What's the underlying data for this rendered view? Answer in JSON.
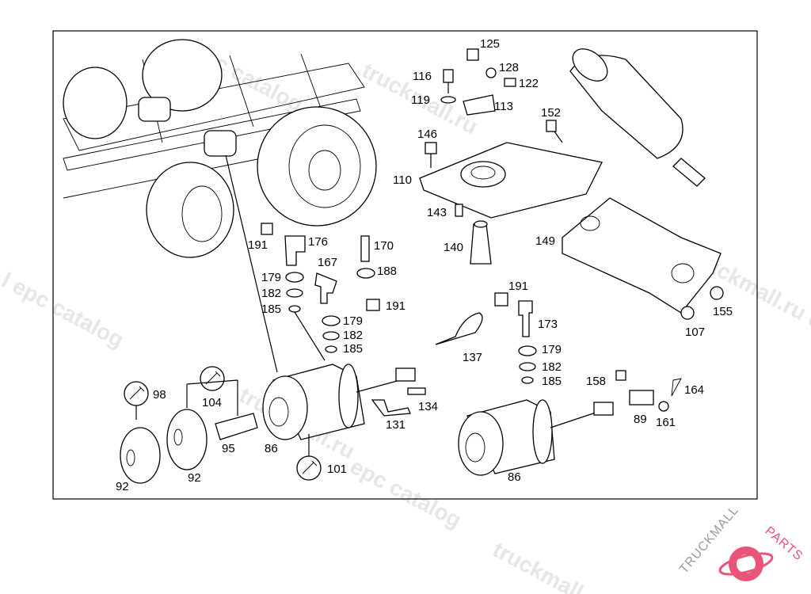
{
  "watermark": {
    "text_a": "epc catalog",
    "text_b": "truckmall.ru",
    "text_c": "l epc catalog",
    "text_d": "truckmall.ru epc catalog"
  },
  "logo": {
    "brand_main": "TRUCKMALL",
    "brand_accent": "PARTS",
    "accent_color": "#e8547a"
  },
  "labels": {
    "p125": "125",
    "p128": "128",
    "p116": "116",
    "p122": "122",
    "p119": "119",
    "p113": "113",
    "p152": "152",
    "p146": "146",
    "p110": "110",
    "p143": "143",
    "p140": "140",
    "p149": "149",
    "p191a": "191",
    "p176": "176",
    "p170": "170",
    "p167": "167",
    "p188": "188",
    "p179a": "179",
    "p182a": "182",
    "p185a": "185",
    "p191b": "191",
    "p179b": "179",
    "p182b": "182",
    "p185b": "185",
    "p155": "155",
    "p107": "107",
    "p191c": "191",
    "p173": "173",
    "p137": "137",
    "p179c": "179",
    "p182c": "182",
    "p185c": "185",
    "p158": "158",
    "p164": "164",
    "p89": "89",
    "p161": "161",
    "p98": "98",
    "p104": "104",
    "p134": "134",
    "p131": "131",
    "p95": "95",
    "p86a": "86",
    "p92a": "92",
    "p92b": "92",
    "p101": "101",
    "p86b": "86"
  }
}
